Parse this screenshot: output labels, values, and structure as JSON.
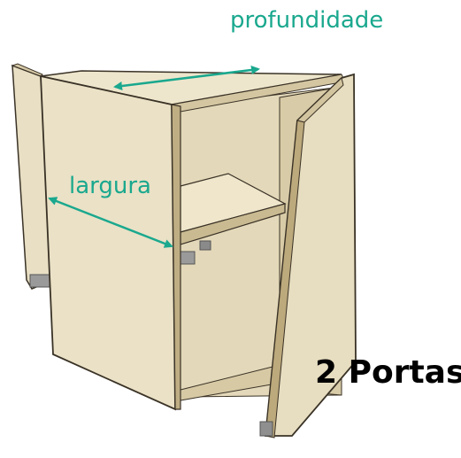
{
  "labels": {
    "depth": "profundidade",
    "width": "largura",
    "doors": "2 Portas"
  },
  "colors": {
    "annotation": "#1aa88e",
    "wood_light": "#ece3c8",
    "wood_mid": "#dccfae",
    "wood_dark": "#c7b890",
    "edge": "#3a3226",
    "text_dark": "#000000"
  },
  "icons": {
    "depth_arrow": "double-headed-arrow",
    "width_arrow": "double-headed-arrow"
  }
}
